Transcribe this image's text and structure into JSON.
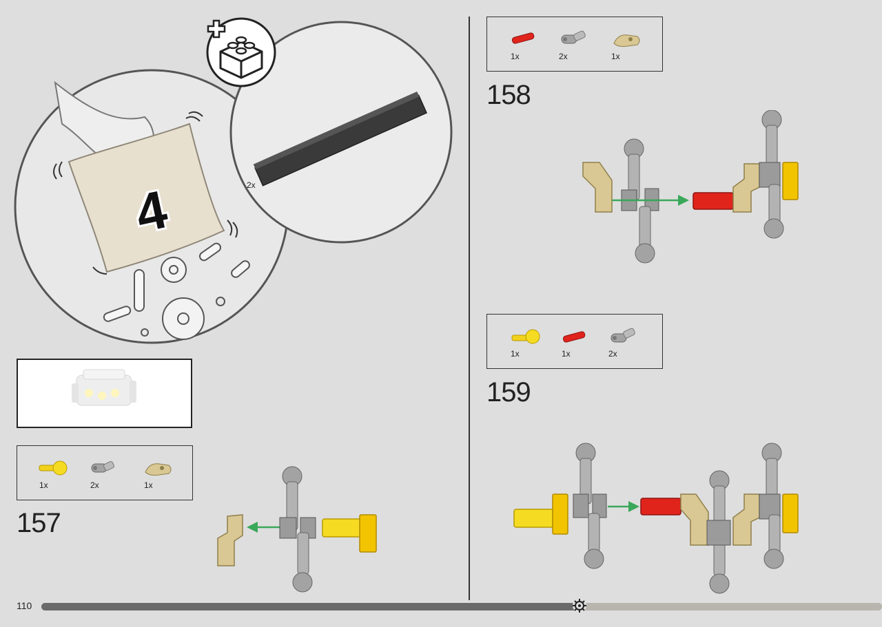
{
  "page": {
    "number": "110",
    "progress": 0.64
  },
  "bag": {
    "number": "4",
    "count_label": "2x"
  },
  "step157": {
    "number": "157",
    "parts": [
      {
        "name": "axle-with-stop-yellow",
        "qty": "1x",
        "color": "#f2d21c"
      },
      {
        "name": "rotation-joint-grey",
        "qty": "2x",
        "color": "#9a9a9a"
      },
      {
        "name": "bent-connector-tan",
        "qty": "1x",
        "color": "#d9c894"
      }
    ]
  },
  "step158": {
    "number": "158",
    "parts": [
      {
        "name": "connector-pin-red",
        "qty": "1x",
        "color": "#d8241c"
      },
      {
        "name": "rotation-joint-grey",
        "qty": "2x",
        "color": "#9a9a9a"
      },
      {
        "name": "bent-connector-tan",
        "qty": "1x",
        "color": "#d9c894"
      }
    ]
  },
  "step159": {
    "number": "159",
    "parts": [
      {
        "name": "axle-with-stop-yellow",
        "qty": "1x",
        "color": "#f2d21c"
      },
      {
        "name": "connector-pin-red",
        "qty": "1x",
        "color": "#d8241c"
      },
      {
        "name": "rotation-joint-grey",
        "qty": "2x",
        "color": "#9a9a9a"
      }
    ]
  },
  "colors": {
    "arrow": "#3aa85a",
    "beam": "#3a3a3a",
    "grey_part": "#a3a3a3",
    "tan_part": "#d9c894",
    "yellow_part": "#f5dc22",
    "red_part": "#e0241c"
  }
}
